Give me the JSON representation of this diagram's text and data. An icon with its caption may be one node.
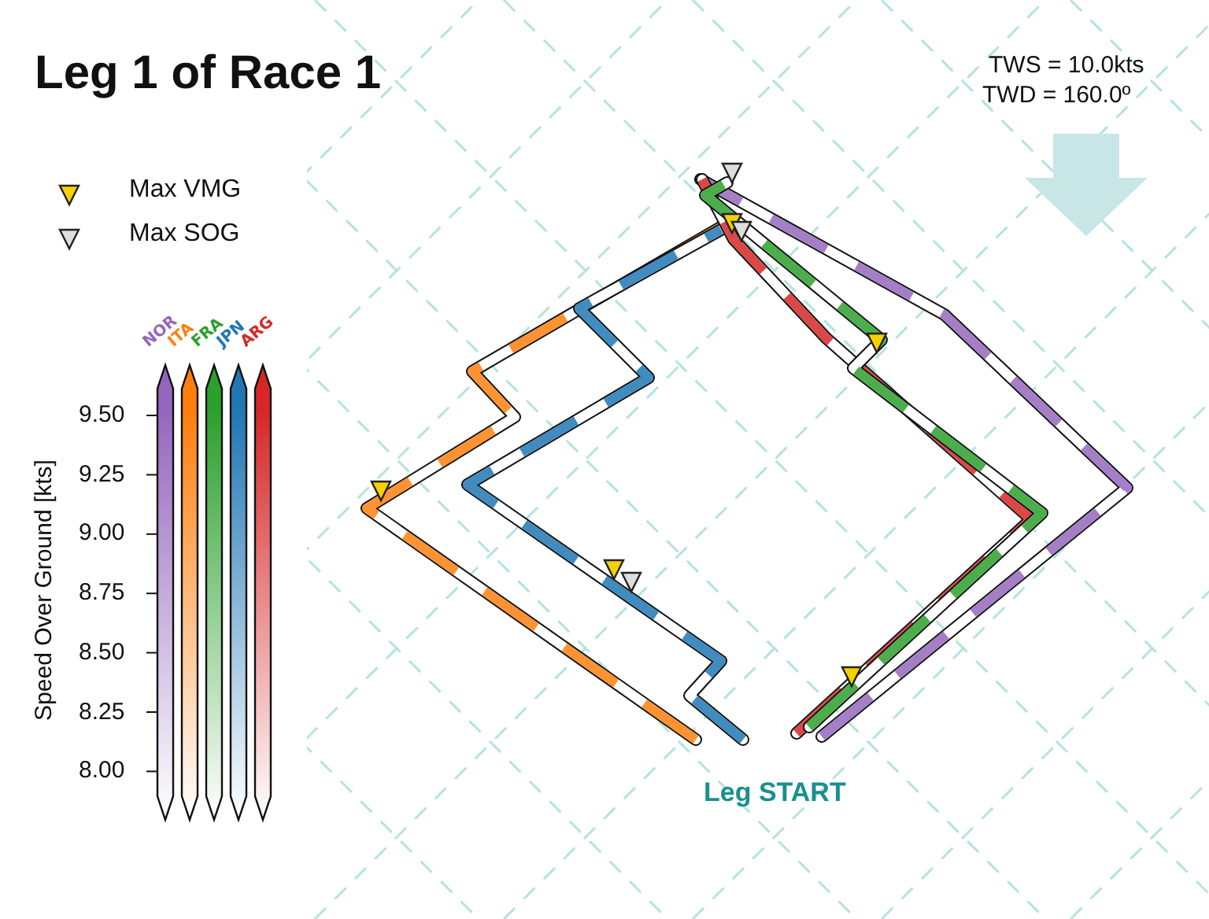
{
  "diagram": {
    "title": "Leg 1 of Race 1",
    "labels": [
      "TWS = 10.0kts",
      "TWD = 160.0º",
      "NOR",
      "ITA",
      "FRA",
      "JPN",
      "ARG",
      "9.50",
      "9.25",
      "9.00",
      "8.75",
      "8.50",
      "8.25",
      "8.00",
      "Speed Over Ground [kts]",
      "Leg START"
    ],
    "legend": [
      {
        "text": "Max VMG"
      },
      {
        "text": "Max SOG"
      }
    ]
  }
}
